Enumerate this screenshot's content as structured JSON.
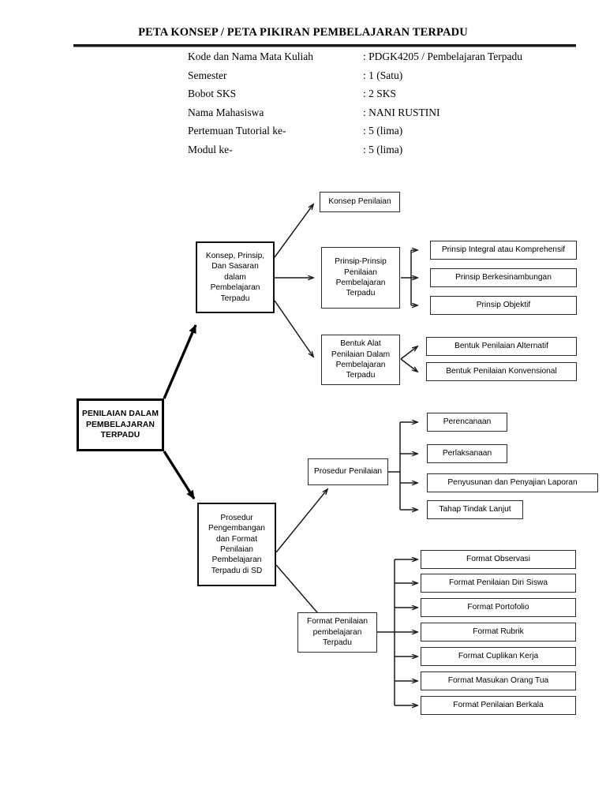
{
  "document": {
    "title": "PETA KONSEP / PETA PIKIRAN PEMBELAJARAN TERPADU",
    "meta": [
      {
        "label": "Kode dan Nama Mata Kuliah",
        "value": ": PDGK4205 / Pembelajaran Terpadu"
      },
      {
        "label": "Semester",
        "value": ": 1 (Satu)"
      },
      {
        "label": "Bobot SKS",
        "value": ": 2 SKS"
      },
      {
        "label": "Nama Mahasiswa",
        "value": ": NANI RUSTINI"
      },
      {
        "label": "Pertemuan Tutorial ke-",
        "value": ": 5 (lima)"
      },
      {
        "label": "Modul ke-",
        "value": ": 5 (lima)"
      }
    ]
  },
  "diagram": {
    "root": "PENILAIAN DALAM PEMBELAJARAN TERPADU",
    "branch_konsep": "Konsep, Prinsip, Dan Sasaran dalam Pembelajaran Terpadu",
    "branch_prosedur": "Prosedur Pengembangan dan Format Penilaian Pembelajaran Terpadu di SD",
    "konsep_penilaian": "Konsep Penilaian",
    "prinsip_group": "Prinsip-Prinsip Penilaian Pembelajaran Terpadu",
    "prinsip_items": [
      "Prinsip Integral atau Komprehensif",
      "Prinsip Berkesinambungan",
      "Prinsip Objektif"
    ],
    "bentuk_group": "Bentuk Alat Penilaian Dalam Pembelajaran Terpadu",
    "bentuk_items": [
      "Bentuk Penilaian Alternatif",
      "Bentuk Penilaian Konvensional"
    ],
    "prosedur_group": "Prosedur Penilaian",
    "prosedur_items": [
      "Perencanaan",
      "Perlaksanaan",
      "Penyusunan dan Penyajian Laporan",
      "Tahap Tindak Lanjut"
    ],
    "format_group": "Format Penilaian pembelajaran Terpadu",
    "format_items": [
      "Format Observasi",
      "Format Penilaian Diri Siswa",
      "Format Portofolio",
      "Format Rubrik",
      "Format Cuplikan Kerja",
      "Format Masukan Orang Tua",
      "Format Penilaian Berkala"
    ]
  }
}
